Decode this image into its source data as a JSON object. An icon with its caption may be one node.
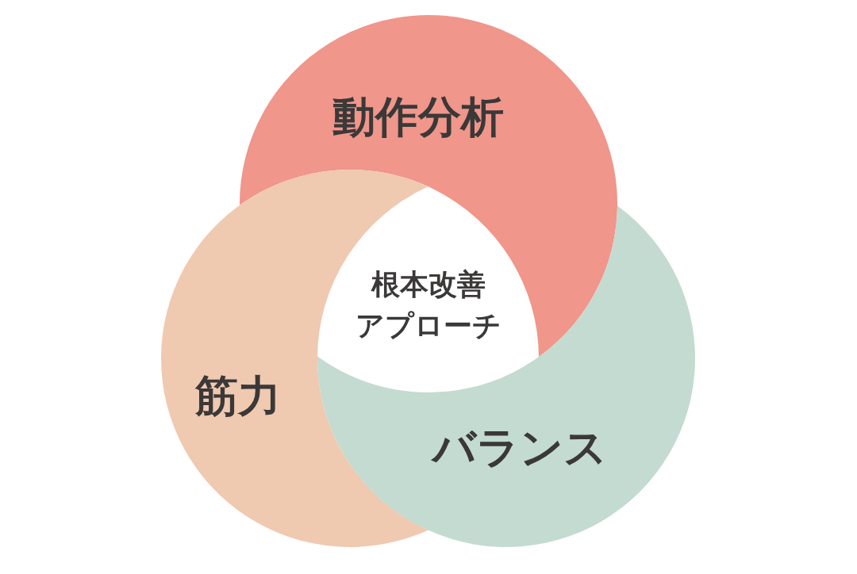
{
  "diagram": {
    "nodes": [
      {
        "text": [
          "動作分析"
        ]
      },
      {
        "text": [
          "根本改善アプローチ"
        ]
      },
      {
        "text": [
          "筋力"
        ]
      },
      {
        "text": [
          "バランス"
        ]
      }
    ]
  }
}
